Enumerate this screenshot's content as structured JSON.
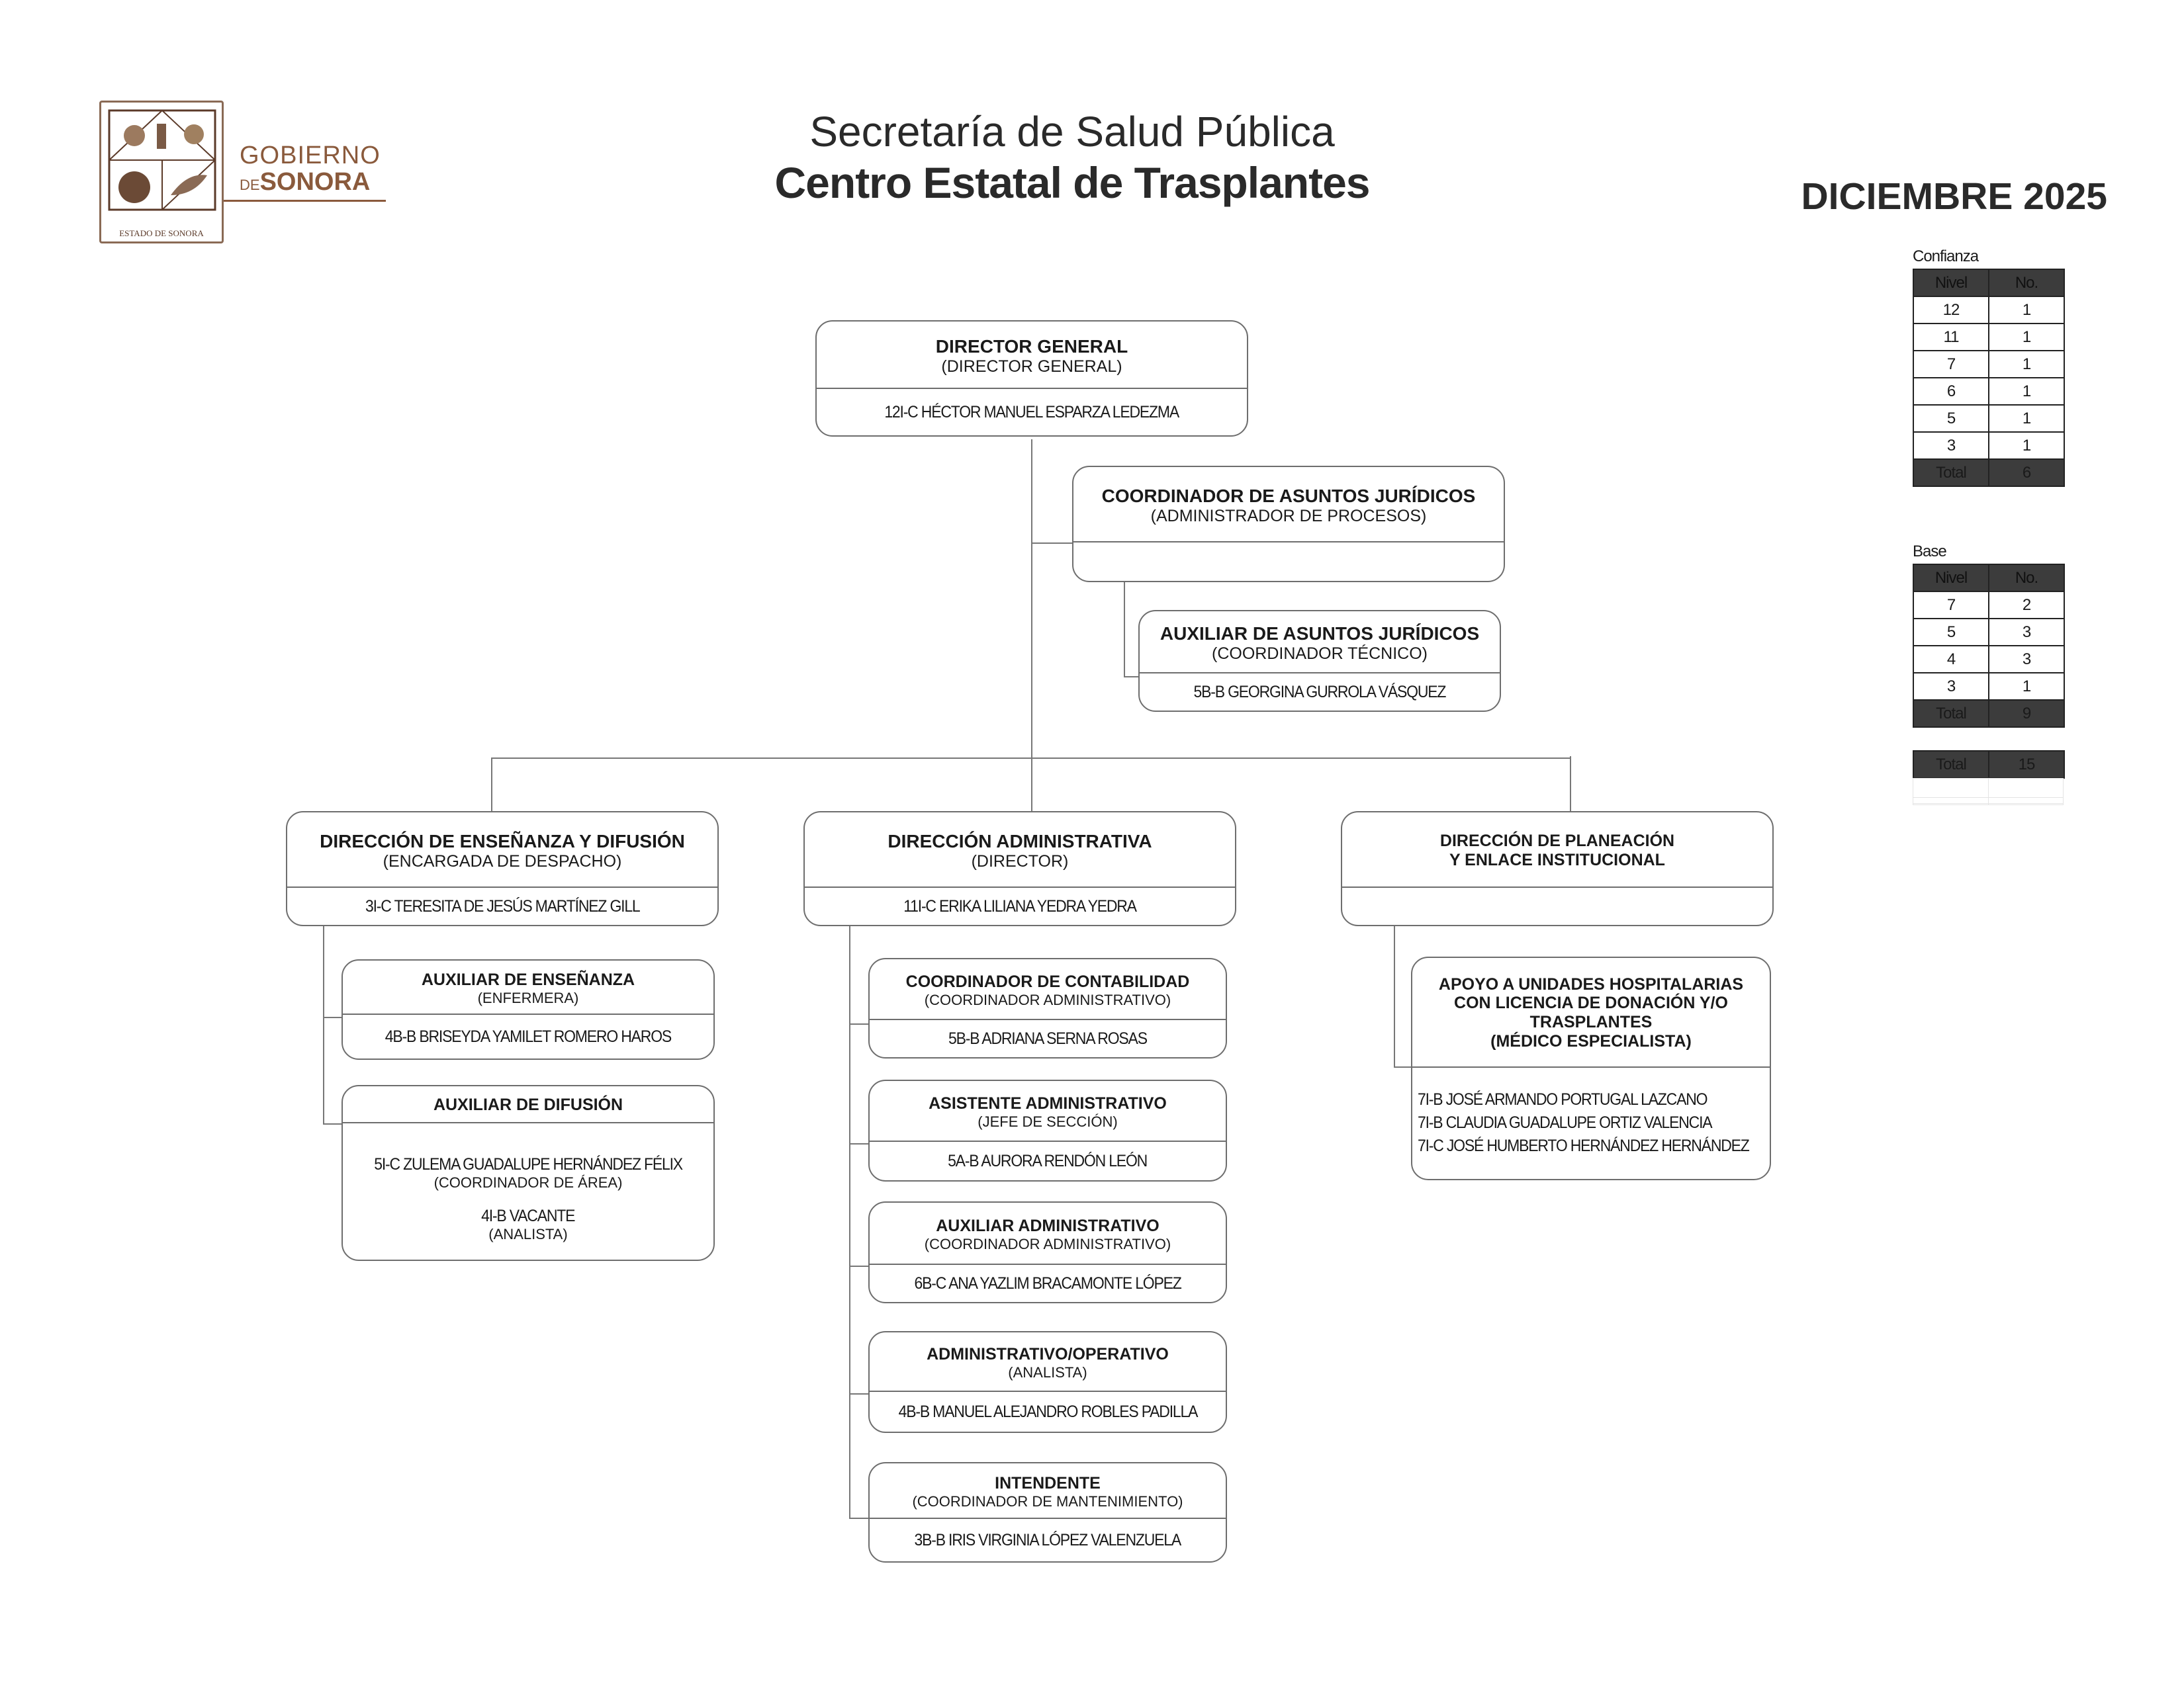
{
  "header": {
    "logo_word1": "GOBIERNO",
    "logo_de": "DE",
    "logo_word2": "SONORA",
    "seal_caption": "ESTADO DE SONORA",
    "title_line1": "Secretaría de Salud Pública",
    "title_line2": "Centro Estatal de Trasplantes",
    "date": "DICIEMBRE 2025"
  },
  "colors": {
    "brand": "#8a5a3c",
    "line": "#777777",
    "table_header": "#3c3c3c"
  },
  "org": {
    "director_general": {
      "title": "DIRECTOR GENERAL",
      "sub": "(DIRECTOR GENERAL)",
      "name": "12I-C HÉCTOR MANUEL ESPARZA LEDEZMA"
    },
    "coord_juridicos": {
      "title": "COORDINADOR DE ASUNTOS JURÍDICOS",
      "sub": "(ADMINISTRADOR DE PROCESOS)",
      "name": ""
    },
    "aux_juridicos": {
      "title": "AUXILIAR DE ASUNTOS JURÍDICOS",
      "sub": "(COORDINADOR TÉCNICO)",
      "name": "5B-B GEORGINA GURROLA VÁSQUEZ"
    },
    "dir_ensenanza": {
      "title": "DIRECCIÓN DE ENSEÑANZA Y DIFUSIÓN",
      "sub": "(ENCARGADA DE DESPACHO)",
      "name": "3I-C  TERESITA DE JESÚS MARTÍNEZ GILL"
    },
    "aux_ensenanza": {
      "title": "AUXILIAR DE ENSEÑANZA",
      "sub": "(ENFERMERA)",
      "name": "4B-B BRISEYDA YAMILET ROMERO HAROS"
    },
    "aux_difusion": {
      "title": "AUXILIAR DE DIFUSIÓN",
      "name1": "5I-C ZULEMA GUADALUPE HERNÁNDEZ FÉLIX",
      "role1": "(COORDINADOR DE ÁREA)",
      "name2": "4I-B  VACANTE",
      "role2": "(ANALISTA)"
    },
    "dir_admin": {
      "title": "DIRECCIÓN ADMINISTRATIVA",
      "sub": "(DIRECTOR)",
      "name": "11I-C ERIKA LILIANA YEDRA YEDRA"
    },
    "coord_contabilidad": {
      "title": "COORDINADOR DE CONTABILIDAD",
      "sub": "(COORDINADOR ADMINISTRATIVO)",
      "name": "5B-B ADRIANA SERNA ROSAS"
    },
    "asistente_admin": {
      "title": "ASISTENTE ADMINISTRATIVO",
      "sub": "(JEFE DE SECCIÓN)",
      "name": "5A-B AURORA RENDÓN LEÓN"
    },
    "auxiliar_admin": {
      "title": "AUXILIAR ADMINISTRATIVO",
      "sub": "(COORDINADOR ADMINISTRATIVO)",
      "name": "6B-C ANA YAZLIM BRACAMONTE LÓPEZ"
    },
    "admin_operativo": {
      "title": "ADMINISTRATIVO/OPERATIVO",
      "sub": "(ANALISTA)",
      "name": "4B-B MANUEL ALEJANDRO ROBLES PADILLA"
    },
    "intendente": {
      "title": "INTENDENTE",
      "sub": "(COORDINADOR DE MANTENIMIENTO)",
      "name": "3B-B IRIS VIRGINIA LÓPEZ VALENZUELA"
    },
    "dir_planeacion": {
      "title1": "DIRECCIÓN DE PLANEACIÓN",
      "title2": "Y ENLACE INSTITUCIONAL",
      "name": ""
    },
    "apoyo_hospitalarias": {
      "title1": "APOYO A UNIDADES HOSPITALARIAS",
      "title2": "CON LICENCIA DE DONACIÓN Y/O",
      "title3": "TRASPLANTES",
      "title4": "(MÉDICO ESPECIALISTA)",
      "name1": "7I-B JOSÉ ARMANDO PORTUGAL LAZCANO",
      "name2": "7I-B CLAUDIA GUADALUPE ORTIZ VALENCIA",
      "name3": "7I-C JOSÉ HUMBERTO HERNÁNDEZ HERNÁNDEZ"
    }
  },
  "tables": {
    "confianza": {
      "caption": "Confianza",
      "headers": [
        "Nivel",
        "No."
      ],
      "rows": [
        [
          "12",
          "1"
        ],
        [
          "11",
          "1"
        ],
        [
          "7",
          "1"
        ],
        [
          "6",
          "1"
        ],
        [
          "5",
          "1"
        ],
        [
          "3",
          "1"
        ]
      ],
      "total": [
        "Total",
        "6"
      ]
    },
    "base": {
      "caption": "Base",
      "headers": [
        "Nivel",
        "No."
      ],
      "rows": [
        [
          "7",
          "2"
        ],
        [
          "5",
          "3"
        ],
        [
          "4",
          "3"
        ],
        [
          "3",
          "1"
        ]
      ],
      "total": [
        "Total",
        "9"
      ]
    },
    "grand_total": [
      "Total",
      "15"
    ]
  }
}
